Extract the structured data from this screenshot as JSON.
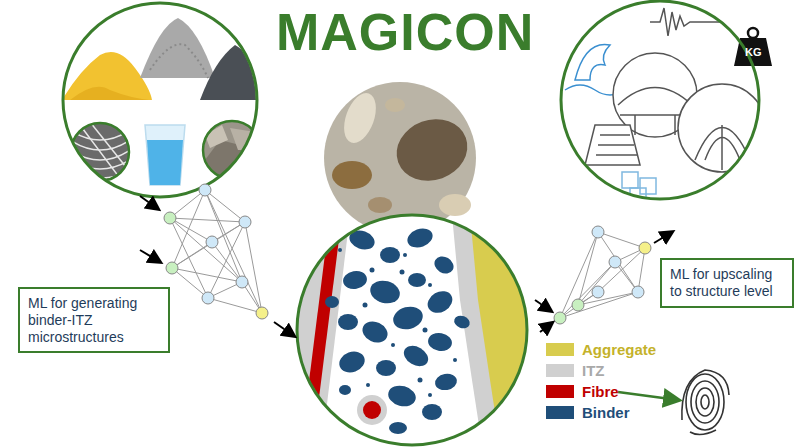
{
  "diagram": {
    "title": "MAGICON",
    "nodes": [
      {
        "text": [
          "ML for generating binder-ITZ microstructures"
        ]
      },
      {
        "text": [
          "ML for upscaling to structure level"
        ]
      }
    ],
    "labels": [
      "KG"
    ],
    "legend": [
      {
        "text": "Aggregate",
        "color": "#d8cc4e"
      },
      {
        "text": "ITZ",
        "color": "#d0d0d0"
      },
      {
        "text": "Fibre",
        "color": "#c00000"
      },
      {
        "text": "Binder",
        "color": "#1f4e79"
      }
    ]
  }
}
